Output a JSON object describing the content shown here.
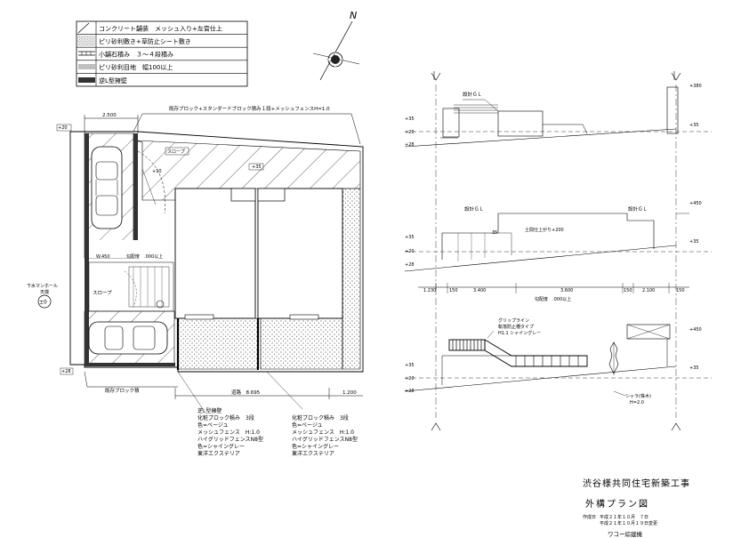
{
  "legend": {
    "items": [
      {
        "pattern": "hatch",
        "label": "コンクリート舗装　メッシュ入り+左官仕上"
      },
      {
        "pattern": "dots",
        "label": "ピリ砂利敷き+草防止シート敷き"
      },
      {
        "pattern": "ladder",
        "label": "小舗石積み　３～４段積み"
      },
      {
        "pattern": "stripe",
        "label": "ピリ砂利目地　幅100以上"
      },
      {
        "pattern": "solid",
        "label": "逆L型擁壁"
      }
    ]
  },
  "north": {
    "letter": "N",
    "icon": "north-arrow-icon"
  },
  "plan": {
    "dim_top": "2.500",
    "existing_block_top": "既存ブロック+スタンダードブロック積み１段+メッシュフェンスH=1.0",
    "slope_upper": "スロープ",
    "slope_lower": "スロープ",
    "level_note": "W.450",
    "level_note2": "勾配度　.000以上",
    "manhole_label": "下水マンホール",
    "manhole_sub": "天端",
    "manhole_value": "±0",
    "existing_block_bottom": "既存ブロック積",
    "dim_bottom_main": "道路　8.695",
    "dim_bottom_right": "1.200",
    "tag_top_left": "+20",
    "tag_bottom_left": "+28",
    "tag_slope": "+10",
    "tag_center": "+35"
  },
  "note_left": {
    "lines": [
      "逆L型擁壁",
      "化粧ブロック積み　3段",
      "色=ベージュ",
      "メッシュフェンス　H:1.0",
      "ハイグリッドフェンスN8型",
      "色=シャイングレー",
      "東洋エクステリア"
    ]
  },
  "note_right": {
    "lines": [
      "化粧ブロック積み　3段",
      "色=ベージュ",
      "メッシュフェンス　H:1.0",
      "ハイグリッドフェンスN8型",
      "色=シャイングレー",
      "東洋エクステリア"
    ]
  },
  "elevations": {
    "e1_label": "設計ＧＬ",
    "e2_label_left": "設計ＧＬ",
    "e2_label_right": "設計ＧＬ",
    "e2_note": "土間仕上がり+200",
    "dims": [
      "1.230",
      "150",
      "3.400",
      "3.600",
      "150",
      "2.100",
      "150"
    ],
    "dim_note": "勾配度　.000以上",
    "e3_note1": "グリップライン",
    "e3_note2": "転落防止柵タイプ",
    "e3_note3": "H1.1 シャイングレー",
    "e3_note4": "シャラ(株木)",
    "e3_note5": "H=2.0",
    "tag_a": "+380",
    "tag_b": "+35",
    "tag_c": "+20",
    "tag_d": "+28",
    "tag_e": "+200",
    "tag_f": "+450",
    "e2_slope": "35"
  },
  "title_block": {
    "project": "渋谷様共同住宅新築工事",
    "drawing": "外構プラン図",
    "date_label": "作成日",
    "date1": "平成２１年１０月　７日",
    "date2": "平成２１年１０月１９日変更",
    "company": "ワコー綜建機"
  }
}
